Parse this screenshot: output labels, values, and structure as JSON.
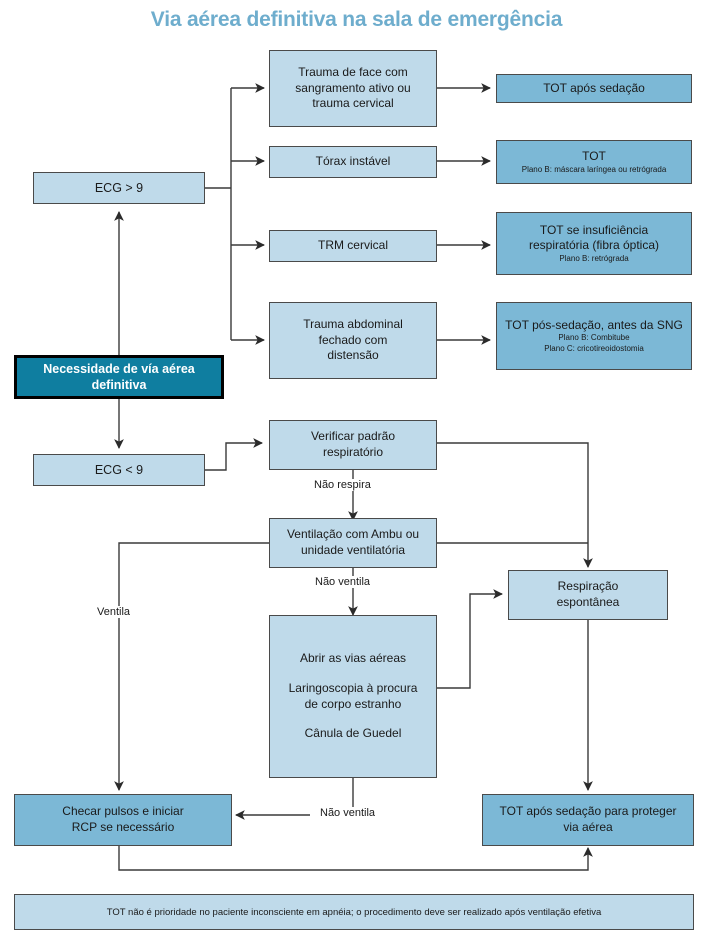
{
  "title": "Via aérea definitiva na sala de emergência",
  "colors": {
    "title": "#6EADCD",
    "light_box": "#BFDAEA",
    "mid_box": "#7CB8D6",
    "dark_box": "#0F7EA0",
    "border": "#4a4a4a",
    "line": "#3a3a3a",
    "text": "#1a1a1a"
  },
  "nodes": {
    "start": {
      "line1": "Necessidade de vía aérea",
      "line2": "definitiva"
    },
    "ecg_high": {
      "label": "ECG > 9"
    },
    "ecg_low": {
      "label": "ECG < 9"
    },
    "cond_face": {
      "line1": "Trauma de face com",
      "line2": "sangramento ativo ou",
      "line3": "trauma cervical"
    },
    "cond_torax": {
      "label": "Tórax instável"
    },
    "cond_trm": {
      "label": "TRM cervical"
    },
    "cond_abdominal": {
      "line1": "Trauma abdominal",
      "line2": "fechado com",
      "line3": "distensão"
    },
    "out_tot_sedacao": {
      "label": "TOT após sedação"
    },
    "out_tot": {
      "line1": "TOT",
      "sub1": "Plano B: máscara laríngea ou retrógrada"
    },
    "out_tot_insuf": {
      "line1": "TOT se insuficiência",
      "line2": "respiratória (fibra óptica)",
      "sub1": "Plano B: retrógrada"
    },
    "out_tot_sng": {
      "line1": "TOT pós-sedação, antes da SNG",
      "sub1": "Plano B: Combitube",
      "sub2": "Plano C: cricotireoidostomia"
    },
    "verificar": {
      "line1": "Verificar padrão",
      "line2": "respiratório"
    },
    "ventilacao": {
      "line1": "Ventilação com Ambu ou",
      "line2": "unidade ventilatória"
    },
    "abrir_vias": {
      "line1": "Abrir as vias aéreas",
      "line2": "Laringoscopia à procura",
      "line3": "de corpo estranho",
      "line4": "Cânula de Guedel"
    },
    "respiracao": {
      "line1": "Respiração",
      "line2": "espontânea"
    },
    "checar_pulsos": {
      "line1": "Checar pulsos e iniciar",
      "line2": "RCP se necessário"
    },
    "tot_proteger": {
      "line1": "TOT após sedação para proteger",
      "line2": "via aérea"
    }
  },
  "edge_labels": {
    "nao_respira": "Não respira",
    "nao_ventila_1": "Não ventila",
    "ventila": "Ventila",
    "nao_ventila_2": "Não ventila"
  },
  "footer": {
    "note": "TOT não é prioridade no paciente inconsciente em apnéia; o procedimento deve ser realizado após ventilação efetiva"
  }
}
